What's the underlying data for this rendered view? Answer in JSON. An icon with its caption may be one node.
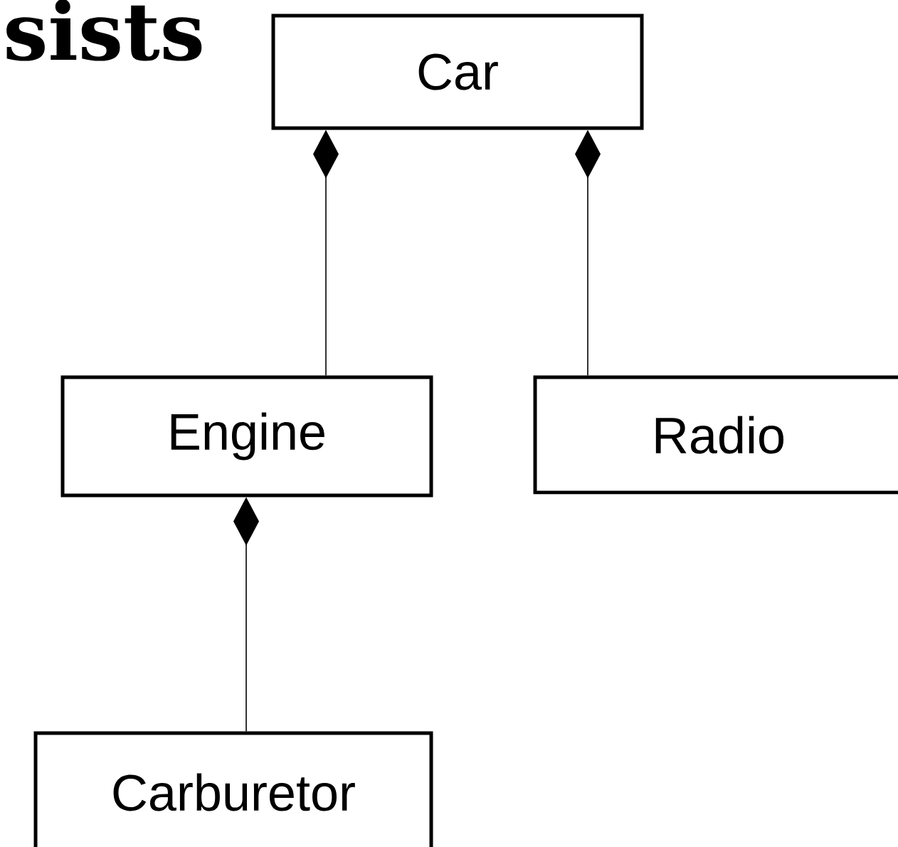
{
  "diagram": {
    "title": "sists",
    "nodes": [
      {
        "text": [
          "Car"
        ]
      },
      {
        "text": [
          "Engine"
        ]
      },
      {
        "text": [
          "Radio"
        ]
      },
      {
        "text": [
          "Carburetor"
        ]
      }
    ],
    "edges": [
      {
        "from": 0,
        "to": 1,
        "arrow": "other"
      },
      {
        "from": 0,
        "to": 2,
        "arrow": "other"
      },
      {
        "from": 1,
        "to": 3,
        "arrow": "other"
      }
    ]
  }
}
